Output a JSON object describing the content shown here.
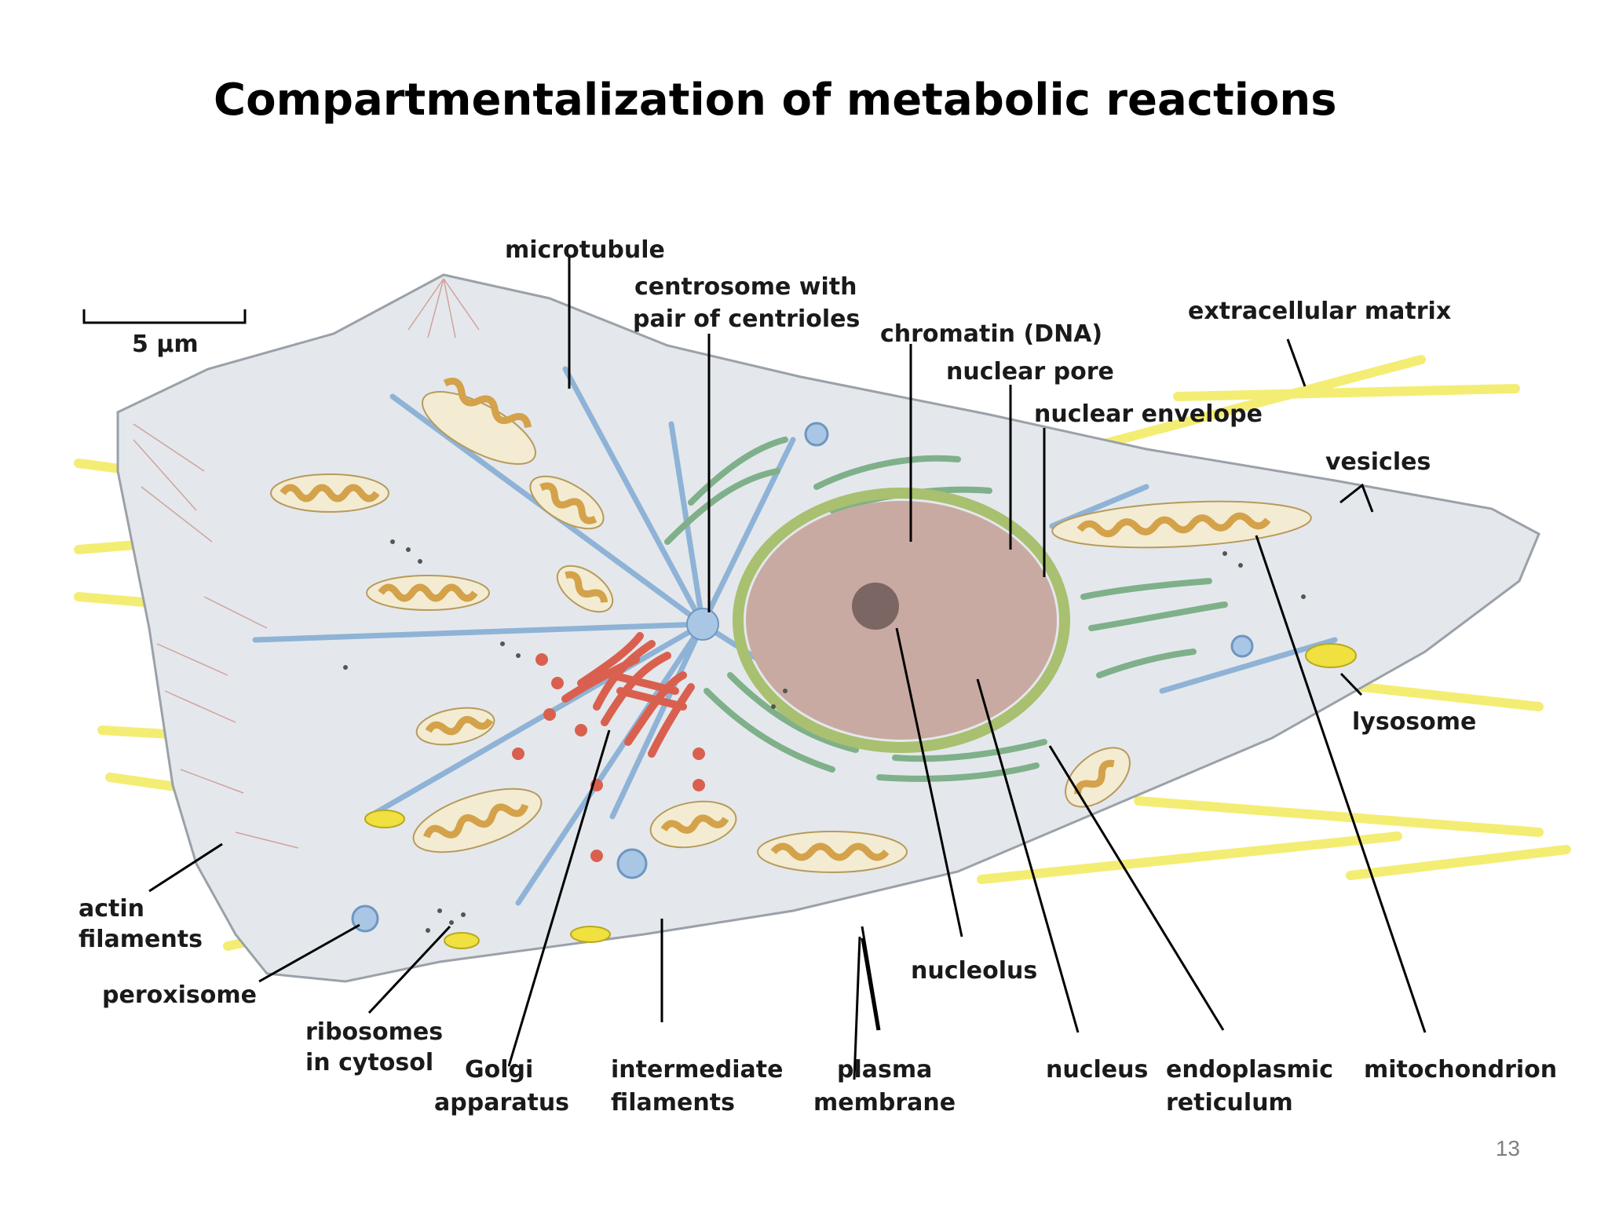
{
  "slide": {
    "title": "Compartmentalization of metabolic reactions",
    "page_number": "13"
  },
  "scale_bar": {
    "label": "5 µm"
  },
  "labels": {
    "microtubule": "microtubule",
    "centrosome_1": "centrosome with",
    "centrosome_2": "pair of centrioles",
    "chromatin": "chromatin (DNA)",
    "nuclear_pore": "nuclear pore",
    "nuclear_envelope": "nuclear envelope",
    "extracellular_matrix": "extracellular matrix",
    "vesicles": "vesicles",
    "lysosome": "lysosome",
    "actin_1": "actin",
    "actin_2": "filaments",
    "peroxisome": "peroxisome",
    "ribosomes_1": "ribosomes",
    "ribosomes_2": "in cytosol",
    "golgi_1": "Golgi",
    "golgi_2": "apparatus",
    "intermediate_1": "intermediate",
    "intermediate_2": "filaments",
    "plasma_1": "plasma",
    "plasma_2": "membrane",
    "nucleolus": "nucleolus",
    "nucleus": "nucleus",
    "er_1": "endoplasmic",
    "er_2": "reticulum",
    "mitochondrion": "mitochondrion"
  },
  "colors": {
    "cytoplasm": "#e4e8ec",
    "membrane": "#9aa1a8",
    "nucleus_fill": "#c9aaa2",
    "nuclear_envelope": "#a8c070",
    "mitochondria_outer": "#f3ecd2",
    "mitochondria_inner": "#d4a24a",
    "golgi": "#d9604f",
    "er": "#7fb08a",
    "microtubule": "#8fb3d6",
    "ecm": "#f2ea5c",
    "leader_line": "#000000"
  }
}
